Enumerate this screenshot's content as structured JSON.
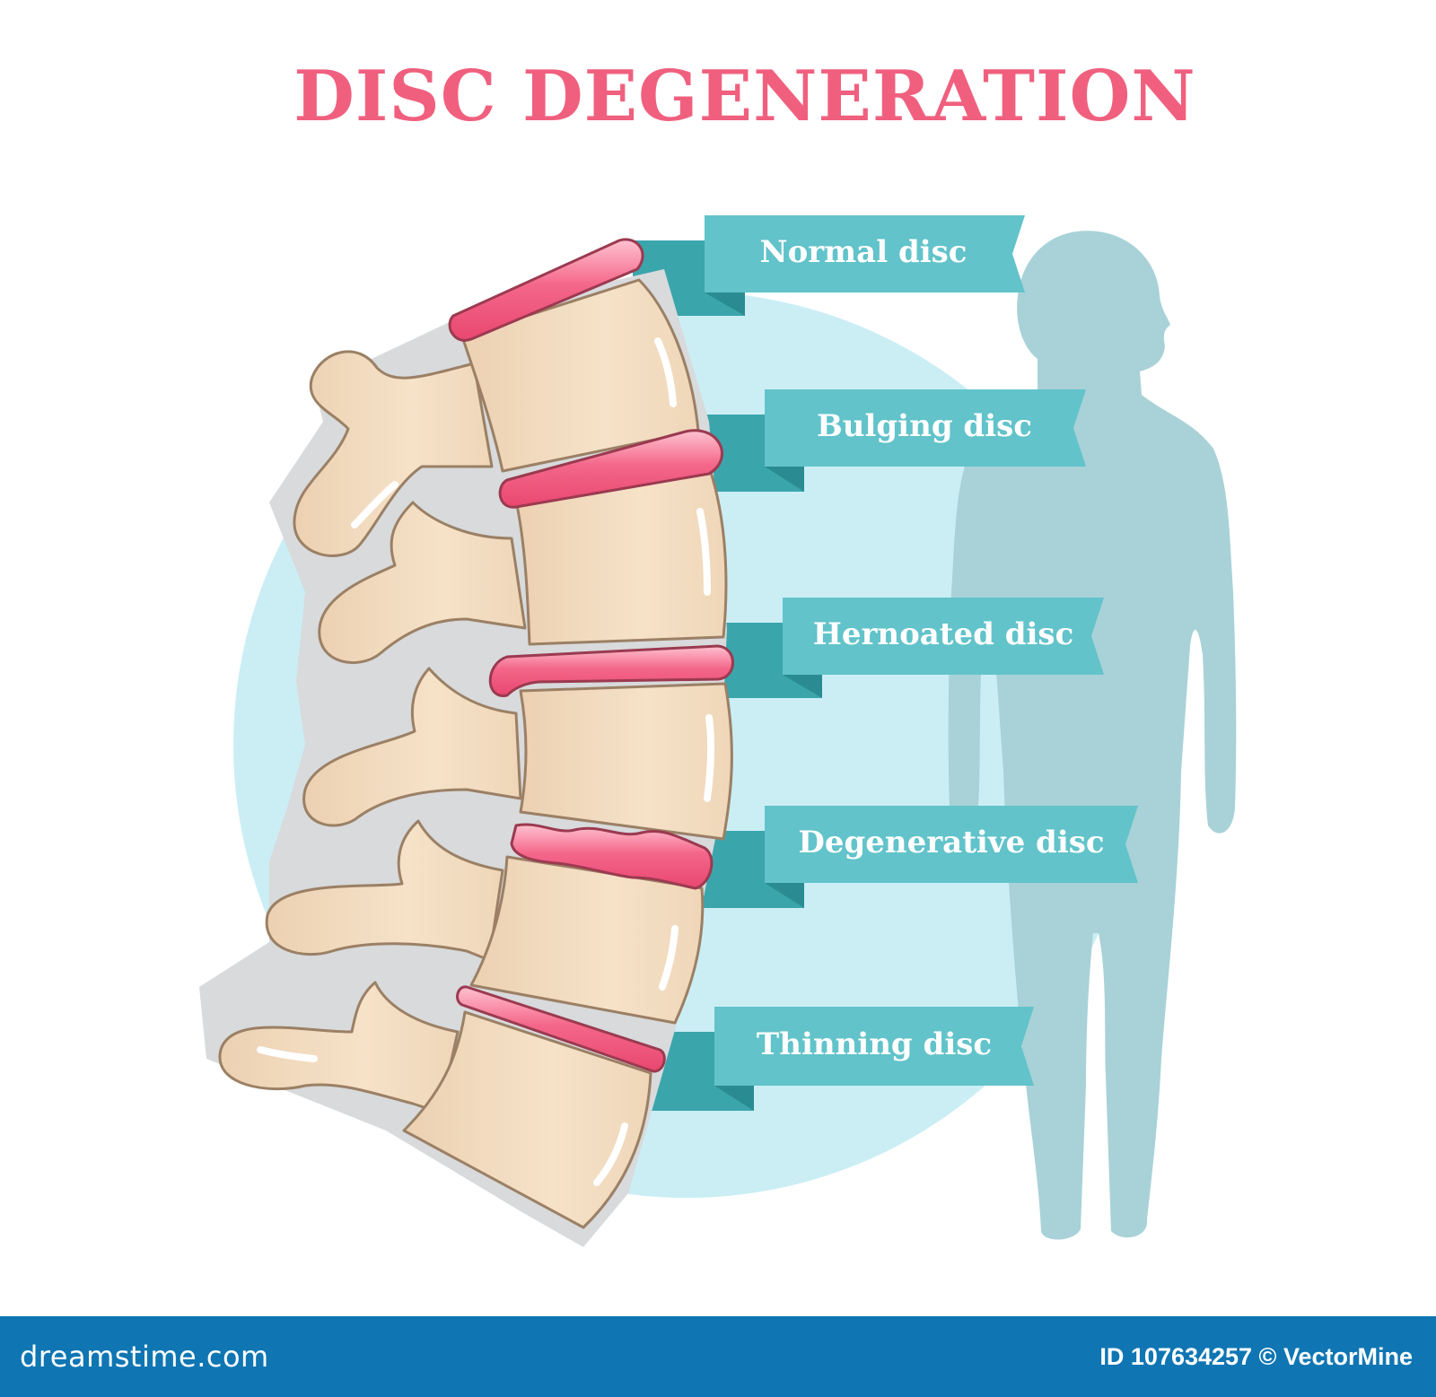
{
  "title": "DISC DEGENERATION",
  "labels": [
    {
      "id": "normal",
      "text": "Normal disc"
    },
    {
      "id": "bulging",
      "text": "Bulging disc"
    },
    {
      "id": "herniated",
      "text": "Hernoated disc"
    },
    {
      "id": "degenerative",
      "text": "Degenerative disc"
    },
    {
      "id": "thinning",
      "text": "Thinning disc"
    }
  ],
  "footer": {
    "logo": "dreamstime.com",
    "credit": "ID 107634257 © VectorMine"
  },
  "colors": {
    "title": "#f0607e",
    "ribbon": "#5fc1c9",
    "ribbon_dark": "#3aa3aa",
    "disc": "#ee5b7d",
    "bone": "#f3dcc0",
    "backdrop_circle": "#c9eef5",
    "silhouette": "#a9d3d8",
    "footer": "#0f76b3"
  }
}
